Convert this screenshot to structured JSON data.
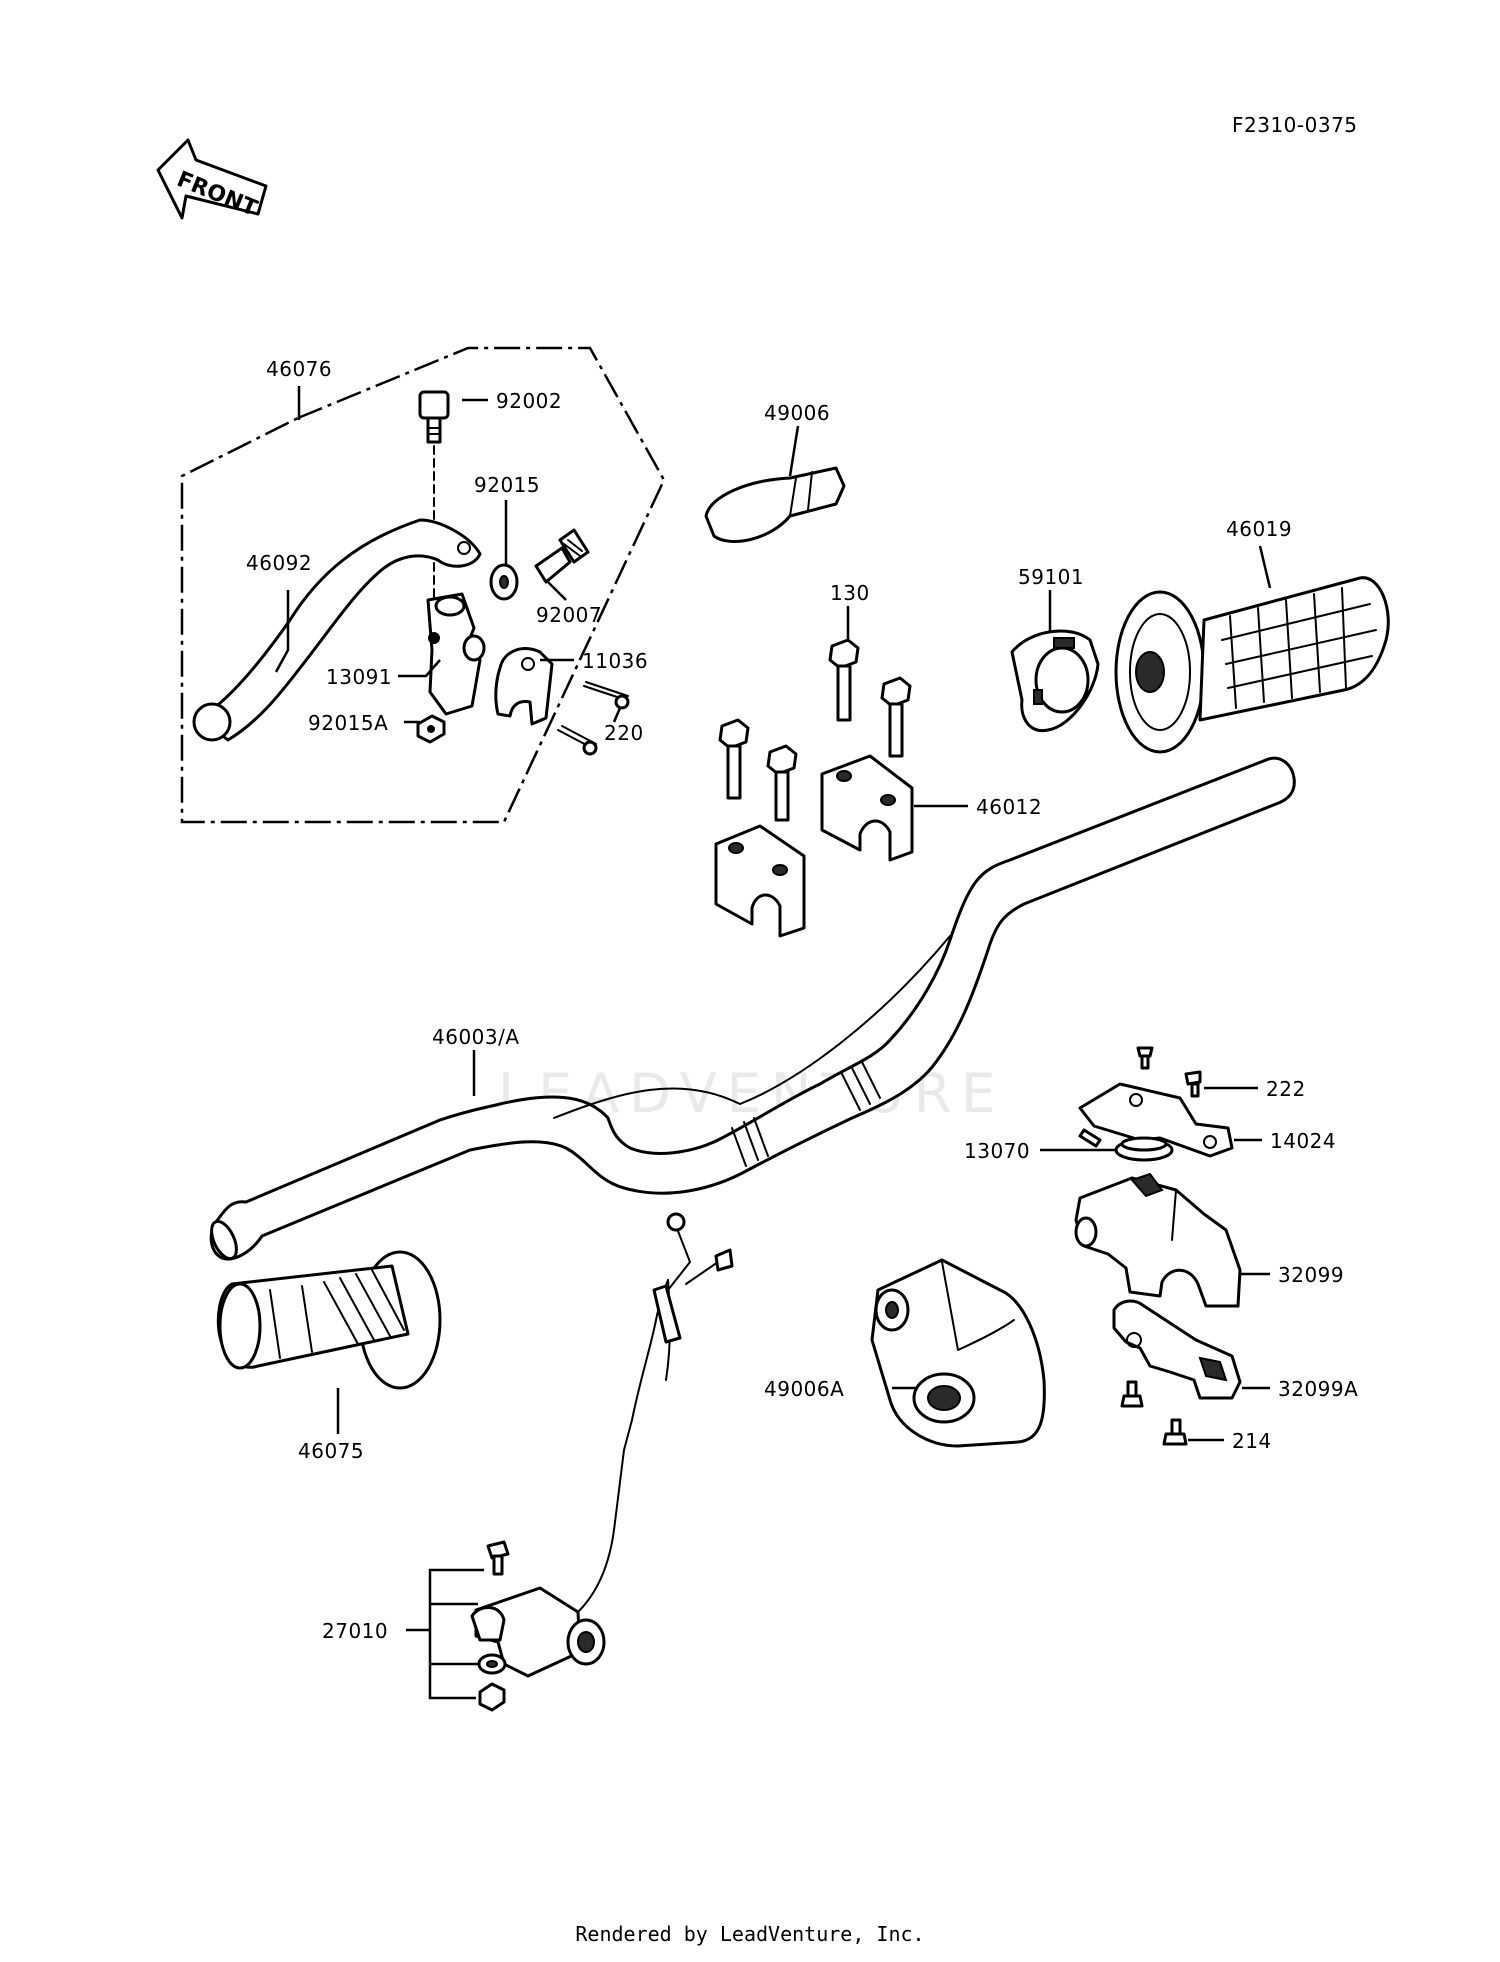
{
  "diagram_id": "F2310-0375",
  "front_label": "FRONT",
  "watermark": "LEADVENTURE",
  "footer": "Rendered by LeadVenture, Inc.",
  "parts": {
    "p46076": "46076",
    "p92002": "92002",
    "p92015": "92015",
    "p46092": "46092",
    "p92007": "92007",
    "p11036": "11036",
    "p13091": "13091",
    "p92015A": "92015A",
    "p220": "220",
    "p49006": "49006",
    "p130": "130",
    "p59101": "59101",
    "p46019": "46019",
    "p46012": "46012",
    "p46003A": "46003/A",
    "p222": "222",
    "p14024": "14024",
    "p13070": "13070",
    "p32099": "32099",
    "p49006A": "49006A",
    "p32099A": "32099A",
    "p214": "214",
    "p46075": "46075",
    "p27010": "27010"
  }
}
